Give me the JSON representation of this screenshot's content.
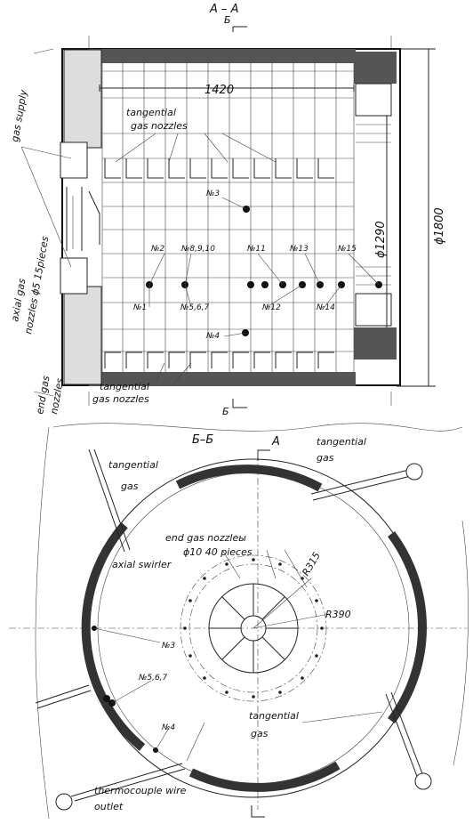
{
  "section_aa": {
    "title": "A – A",
    "cut_marker": "Б",
    "cut_marker_bottom": "Б",
    "dim_1420": "1420",
    "dim_1290": "ϕ1290",
    "dim_1800": "ϕ1800",
    "label_gas_supply": "gas supply",
    "label_tangential_top_1": "tangential",
    "label_tangential_top_2": "gas nozzles",
    "label_axial_1": "axial gas",
    "label_axial_2": "nozzles ϕ5 15pieces",
    "label_end_1": "end gas",
    "label_end_2": "nozzles",
    "label_tangential_bot_1": "tangential",
    "label_tangential_bot_2": "gas nozzles",
    "points": [
      {
        "label": "№3"
      },
      {
        "label": "№2"
      },
      {
        "label": "№8,9,10"
      },
      {
        "label": "№11"
      },
      {
        "label": "№13"
      },
      {
        "label": "№15"
      },
      {
        "label": "№1"
      },
      {
        "label": "№5,6,7"
      },
      {
        "label": "№12"
      },
      {
        "label": "№14"
      },
      {
        "label": "№4"
      }
    ]
  },
  "section_bb": {
    "title": "Б–Б",
    "marker_a": "А",
    "label_tangential_left_1": "tangential",
    "label_tangential_left_2": "gas",
    "label_tangential_right_1": "tangential",
    "label_tangential_right_2": "gas",
    "label_end_nozzles_1": "end gas nozzleы",
    "label_end_nozzles_2": "ϕ10 40 pieces",
    "label_axial_swirler": "axial swirler",
    "dim_r315": "R315",
    "dim_r390": "R390",
    "label_p3": "№3",
    "label_p567": "№5,6,7",
    "label_p4": "№4",
    "label_tangential_bot_1": "tangential",
    "label_tangential_bot_2": "gas",
    "label_thermo_1": "thermocouple wire",
    "label_thermo_2": "outlet"
  }
}
